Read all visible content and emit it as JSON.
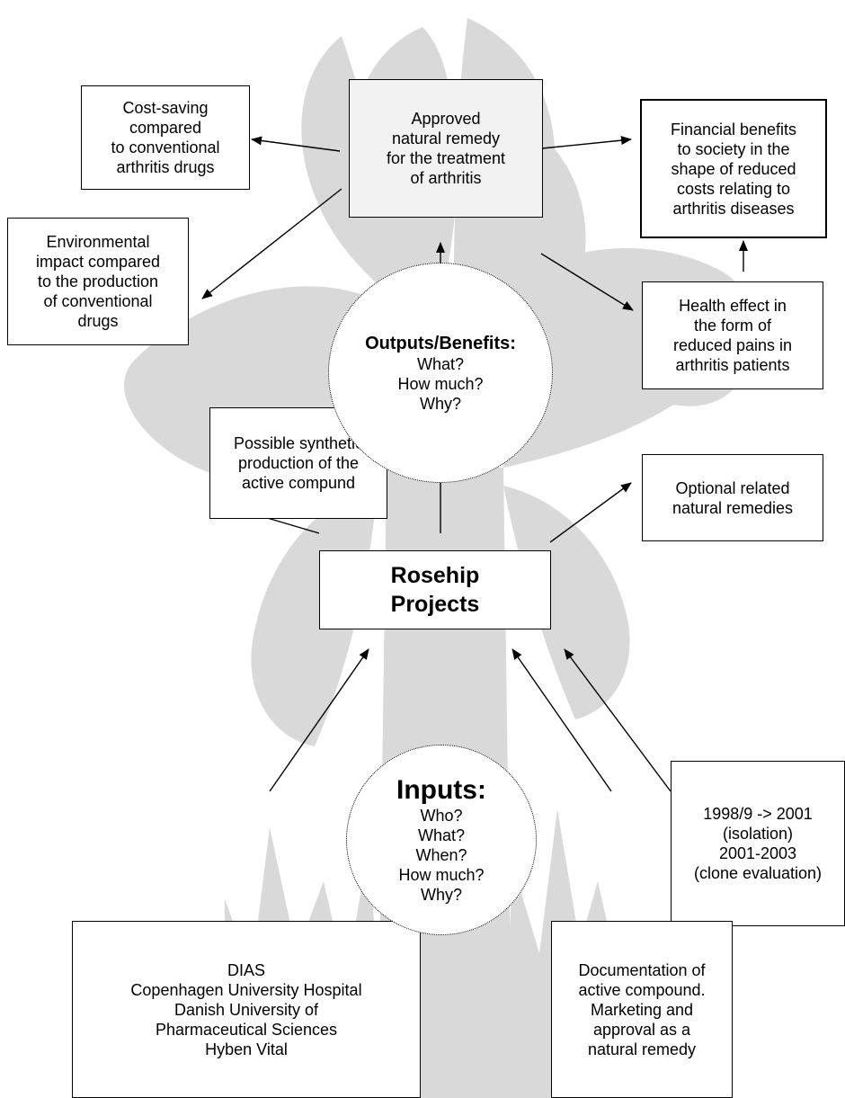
{
  "nodes": {
    "cost_saving": "Cost-saving\ncompared\nto conventional\narthritis drugs",
    "approved": "Approved\nnatural remedy\nfor the treatment\nof arthritis",
    "financial": "Financial benefits\nto society in the\nshape of reduced\ncosts relating to\narthritis diseases",
    "environmental": "Environmental\nimpact compared\nto the production\nof conventional\ndrugs",
    "health": "Health effect in\nthe form of\nreduced pains in\narthritis patients",
    "synthetic": "Possible synthetic\nproduction of the\nactive compund",
    "optional": "Optional related\nnatural remedies",
    "rosehip": "Rosehip\nProjects",
    "timeline": "1998/9 -> 2001\n(isolation)\n2001-2003\n(clone evaluation)",
    "partners": "DIAS\nCopenhagen University Hospital\nDanish University of\nPharmaceutical Sciences\nHyben Vital",
    "documentation": "Documentation of\nactive compound.\nMarketing and\napproval as a\nnatural remedy"
  },
  "outputs_circle": {
    "title": "Outputs/Benefits:",
    "questions": "What?\nHow much?\nWhy?"
  },
  "inputs_circle": {
    "title": "Inputs:",
    "questions": "Who?\nWhat?\nWhen?\nHow much?\nWhy?"
  },
  "colors": {
    "watermark": "#d9d9d9",
    "box_fill": "#ffffff",
    "box_fill_gray": "#f2f2f2",
    "stroke": "#000000"
  },
  "watermark_icon": "rosehip-plant-silhouette"
}
